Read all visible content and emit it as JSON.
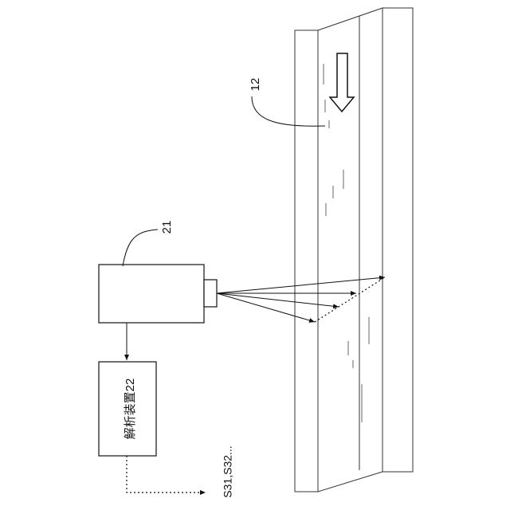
{
  "labels": {
    "belt_ref": "12",
    "camera_ref": "21",
    "analyzer": "解析装置22",
    "output_signals": "S31,S32..."
  },
  "colors": {
    "stroke": "#111111",
    "background": "#ffffff"
  }
}
